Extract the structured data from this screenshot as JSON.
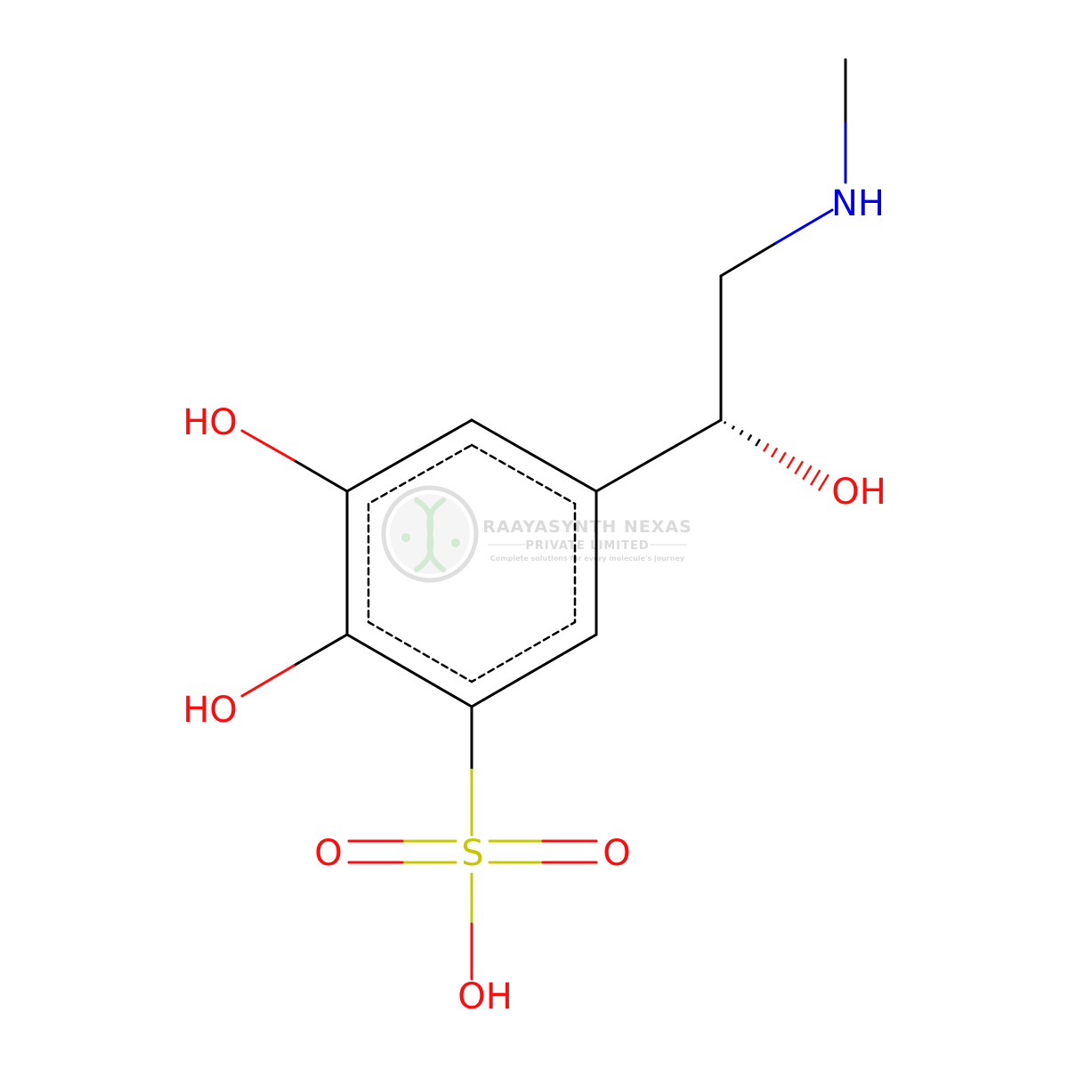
{
  "colors": {
    "bond": "#000000",
    "oxygen": "#ff0d0d",
    "nitrogen": "#0000ee",
    "sulfur": "#c8c800",
    "watermark": "#d6d6d6",
    "watermark_accent": "#cfe8cf"
  },
  "atoms": {
    "oh_ring_upper": "HO",
    "oh_ring_lower": "HO",
    "oh_side_chain": "OH",
    "amine": "NH",
    "sulfur": "S",
    "sulfonyl_o_left": "O",
    "sulfonyl_o_right": "O",
    "sulfonic_oh": "OH"
  },
  "watermark": {
    "company": "RAAYASYNTH NEXAS",
    "subtitle": "PRIVATE LIMITED",
    "tagline": "Complete solutions for every molecule's journey"
  }
}
